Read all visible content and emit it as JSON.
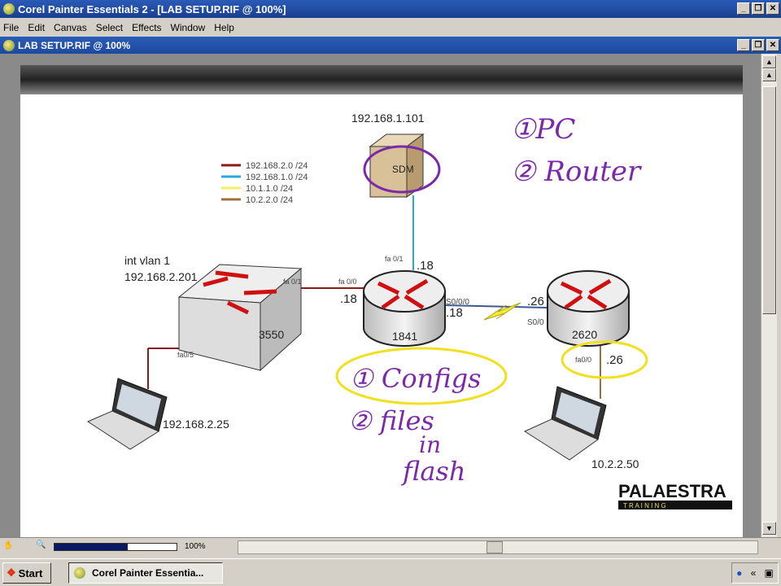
{
  "app": {
    "title": "Corel Painter Essentials 2 - [LAB SETUP.RIF @ 100%]",
    "doc_title": "LAB SETUP.RIF @ 100%",
    "window_buttons": [
      "_",
      "❐",
      "✕"
    ]
  },
  "menu": [
    "File",
    "Edit",
    "Canvas",
    "Select",
    "Effects",
    "Window",
    "Help"
  ],
  "diagram": {
    "legend": [
      {
        "label": "192.168.2.0  /24",
        "color": "#8b1a1a"
      },
      {
        "label": "192.168.1.0  /24",
        "color": "#2aa8d8"
      },
      {
        "label": "10.1.1.0  /24",
        "color": "#f5ef60"
      },
      {
        "label": "10.2.2.0  /24",
        "color": "#a0703a"
      }
    ],
    "pc_ip": "192.168.1.101",
    "sdm_label": "SDM",
    "switch": {
      "name": "3550",
      "vlan": "int vlan 1",
      "ip": "192.168.2.201",
      "port_up": "fa 0/1",
      "port_down": "fa0/5"
    },
    "laptop1_ip": "192.168.2.25",
    "router1": {
      "name": "1841",
      "fa01": "fa 0/1",
      "fa01_ip": ".18",
      "fa00": "fa 0/0",
      "fa00_ip": ".18",
      "s000": "S0/0/0",
      "s000_ip": ".18"
    },
    "router2": {
      "name": "2620",
      "s00": "S0/0",
      "s00_ip": ".26",
      "fa00": "fa0/0",
      "fa00_ip": ".26"
    },
    "laptop2_ip": "10.2.2.50",
    "logo": {
      "name": "PALAESTRA",
      "sub": "T R A I N I N G"
    },
    "notes": {
      "n1": "①PC",
      "n2": "② Router",
      "n3": "① Configs",
      "n4": "② files",
      "n5": "in",
      "n6": "flash"
    }
  },
  "status": {
    "zoom": "100%"
  },
  "taskbar": {
    "start": "Start",
    "item": "Corel Painter Essentia..."
  }
}
